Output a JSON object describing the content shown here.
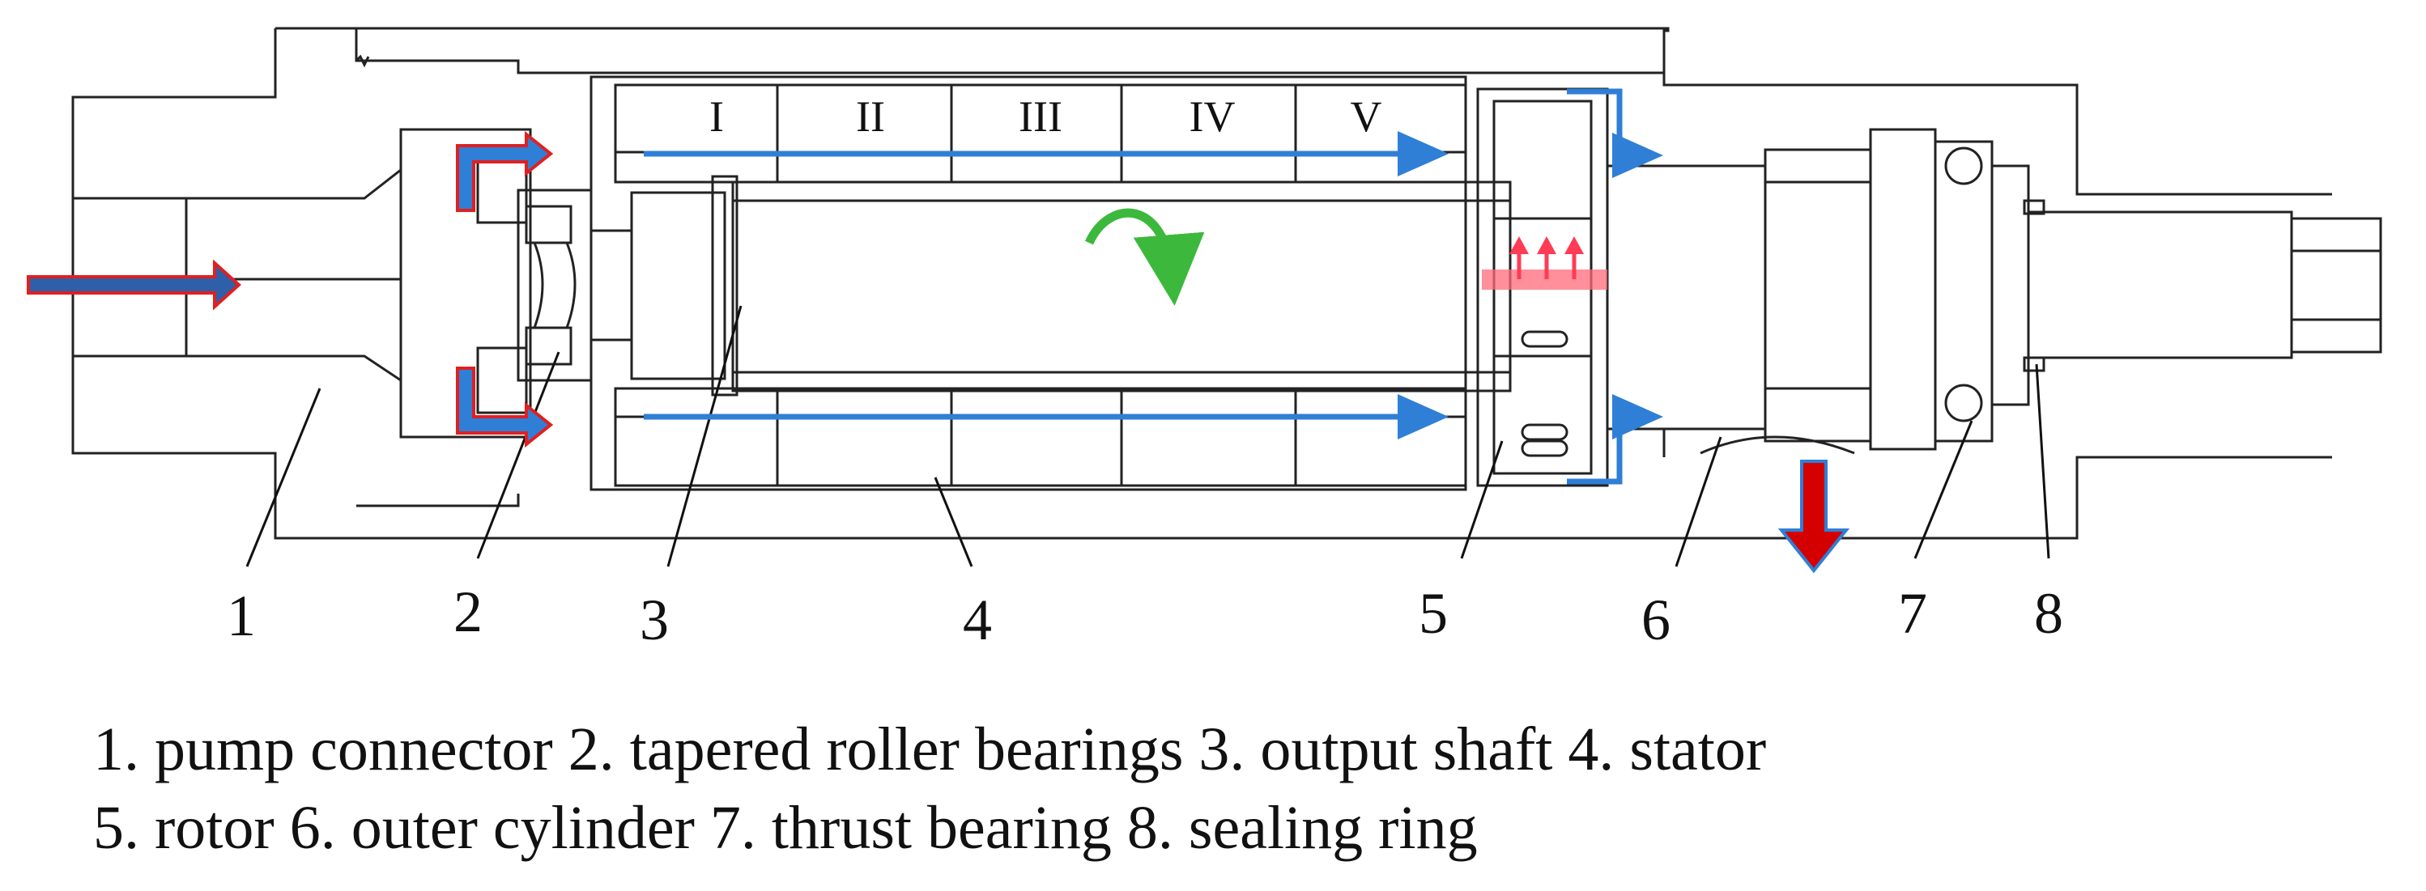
{
  "colors": {
    "outline": "#222222",
    "flow_blue": "#2f7fd6",
    "inlet_arrow_fill": "#2e5fa8",
    "inlet_arrow_border": "#e02020",
    "outlet_arrow": "#d40000",
    "rotation_arrow": "#3cb93c",
    "heat_band": "#ff6b7a"
  },
  "component_labels": [
    "1",
    "2",
    "3",
    "4",
    "5",
    "6",
    "7",
    "8"
  ],
  "stator_sections": [
    "I",
    "II",
    "III",
    "IV",
    "V"
  ],
  "caption": {
    "line1": "1. pump connector 2. tapered roller bearings 3. output shaft 4. stator",
    "line2": "5. rotor 6. outer cylinder 7. thrust bearing 8. sealing ring"
  }
}
